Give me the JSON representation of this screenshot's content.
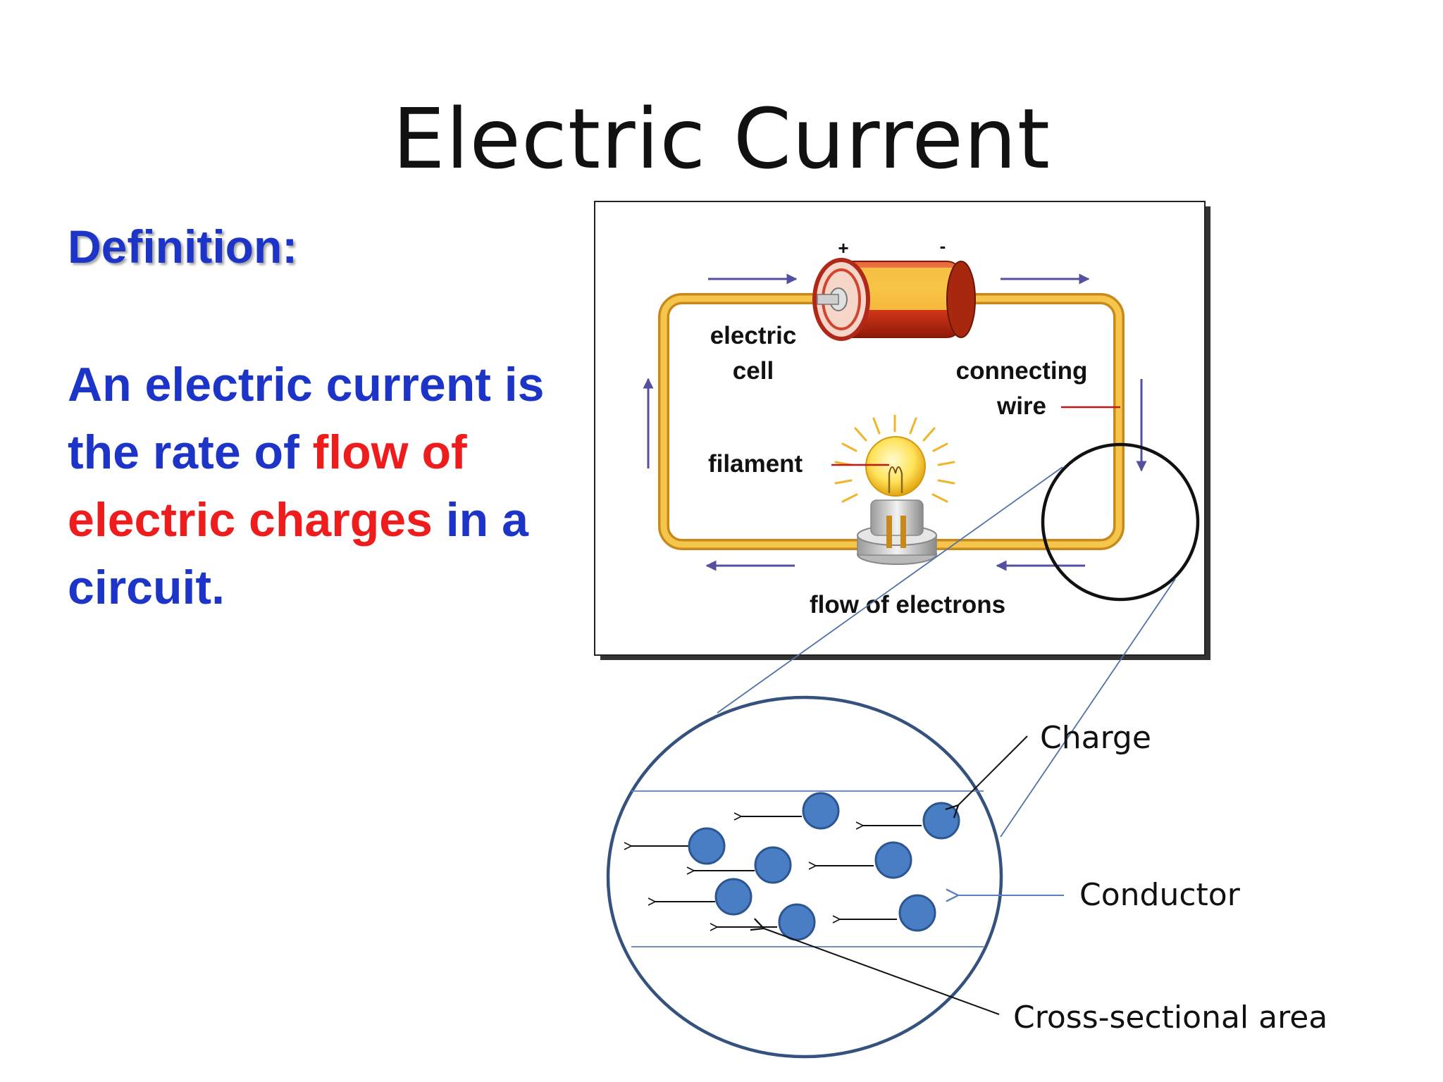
{
  "slide": {
    "title": "Electric Current"
  },
  "definition": {
    "heading": "Definition:",
    "part1": "An electric current is the rate of ",
    "part2": "flow of electric charges",
    "part3": " in a circuit."
  },
  "circuit_diagram": {
    "plus_sign": "+",
    "minus_sign": "-",
    "cell_label_line1": "electric",
    "cell_label_line2": "cell",
    "wire_label_line1": "connecting",
    "wire_label_line2": "wire",
    "filament_label": "filament",
    "electrons_label": "flow of electrons"
  },
  "zoom_diagram": {
    "charge_label": "Charge",
    "conductor_label": "Conductor",
    "area_label": "Cross-sectional area"
  },
  "colors": {
    "blue_text": "#1c34c8",
    "red_text": "#ee1c1c",
    "wire": "#f0b52a",
    "arrow": "#554fa0",
    "charge": "#4a7ec4"
  }
}
